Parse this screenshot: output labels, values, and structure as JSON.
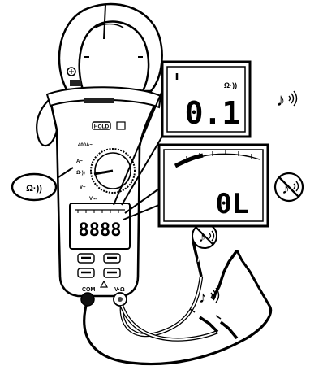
{
  "meter": {
    "jaw_label": "",
    "model_label": "",
    "hold_label": "HOLD",
    "dial_labels": [
      "400A~",
      "A~",
      "Ω·))",
      "V~",
      "V⎓"
    ],
    "display_reading": "8888",
    "buttons": [
      "",
      "",
      "",
      ""
    ],
    "jack_com": "COM",
    "jack_v": "V·Ω"
  },
  "callout_left": {
    "text": "Ω·))"
  },
  "callout_top": {
    "reading": "0.1",
    "unit": "Ω·))",
    "sound": "beep",
    "sound_icon": "note-sound-icon"
  },
  "callout_bottom": {
    "reading": "0L",
    "sound": "silent",
    "sound_icon": "no-sound-icon"
  },
  "probe_states": [
    {
      "sound": "silent",
      "icon": "no-sound-icon"
    },
    {
      "sound": "beep",
      "icon": "note-sound-icon"
    }
  ]
}
